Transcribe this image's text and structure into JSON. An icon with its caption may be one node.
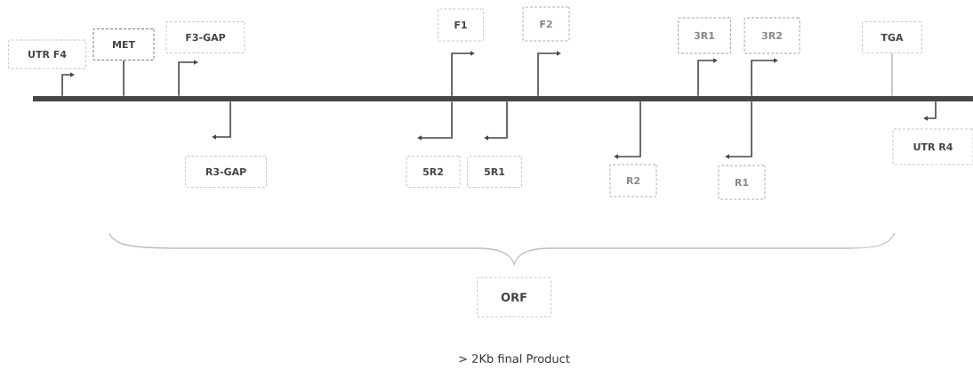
{
  "diagram": {
    "nodes": [
      {
        "text": [
          "UTR F4"
        ]
      },
      {
        "text": [
          "MET"
        ]
      },
      {
        "text": [
          "F3-GAP"
        ]
      },
      {
        "text": [
          "F1"
        ]
      },
      {
        "text": [
          "F2"
        ]
      },
      {
        "text": [
          "3R1"
        ]
      },
      {
        "text": [
          "3R2"
        ]
      },
      {
        "text": [
          "TGA"
        ]
      },
      {
        "text": [],
        "shape": "bar"
      },
      {
        "text": [
          "R3-GAP"
        ]
      },
      {
        "text": [
          "5R2"
        ]
      },
      {
        "text": [
          "5R1"
        ]
      },
      {
        "text": [
          "R2"
        ]
      },
      {
        "text": [
          "R1"
        ]
      },
      {
        "text": [
          "UTR R4"
        ]
      },
      {
        "text": [
          "ORF"
        ]
      }
    ],
    "edges": [
      {
        "from": 8,
        "to": 0,
        "arrow": "to"
      },
      {
        "from": 1,
        "to": 8,
        "arrow": "none"
      },
      {
        "from": 8,
        "to": 2,
        "arrow": "to"
      },
      {
        "from": 8,
        "to": 9,
        "arrow": "to"
      },
      {
        "from": 8,
        "to": 3,
        "arrow": "to"
      },
      {
        "from": 8,
        "to": 10,
        "arrow": "to"
      },
      {
        "from": 8,
        "to": 11,
        "arrow": "to"
      },
      {
        "from": 8,
        "to": 4,
        "arrow": "to"
      },
      {
        "from": 8,
        "to": 12,
        "arrow": "to"
      },
      {
        "from": 8,
        "to": 5,
        "arrow": "to"
      },
      {
        "from": 8,
        "to": 6,
        "arrow": "to"
      },
      {
        "from": 8,
        "to": 13,
        "arrow": "to"
      },
      {
        "from": 7,
        "to": 8,
        "arrow": "none",
        "color": "#bbbbbb"
      },
      {
        "from": 8,
        "to": 14,
        "arrow": "to"
      }
    ],
    "labels": [
      "> 2Kb final Product"
    ]
  }
}
